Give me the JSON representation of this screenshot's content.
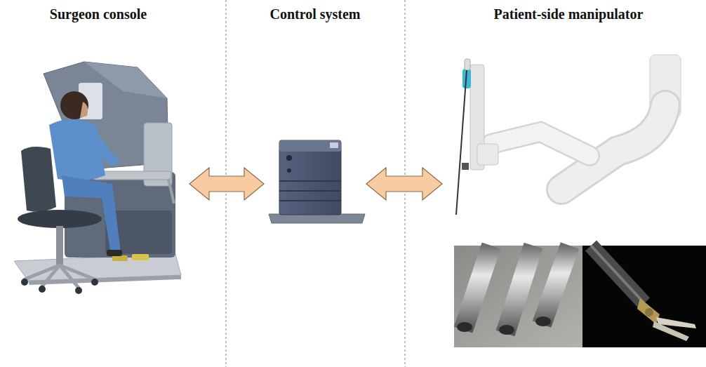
{
  "diagram": {
    "nodes": [
      {
        "text": [
          "Surgeon console"
        ]
      },
      {
        "text": [
          "Control system"
        ]
      },
      {
        "text": [
          "Patient-side manipulator"
        ]
      }
    ],
    "edges": [
      {
        "from": 0,
        "to": 1,
        "arrow": "both"
      },
      {
        "from": 1,
        "to": 2,
        "arrow": "both"
      }
    ]
  }
}
